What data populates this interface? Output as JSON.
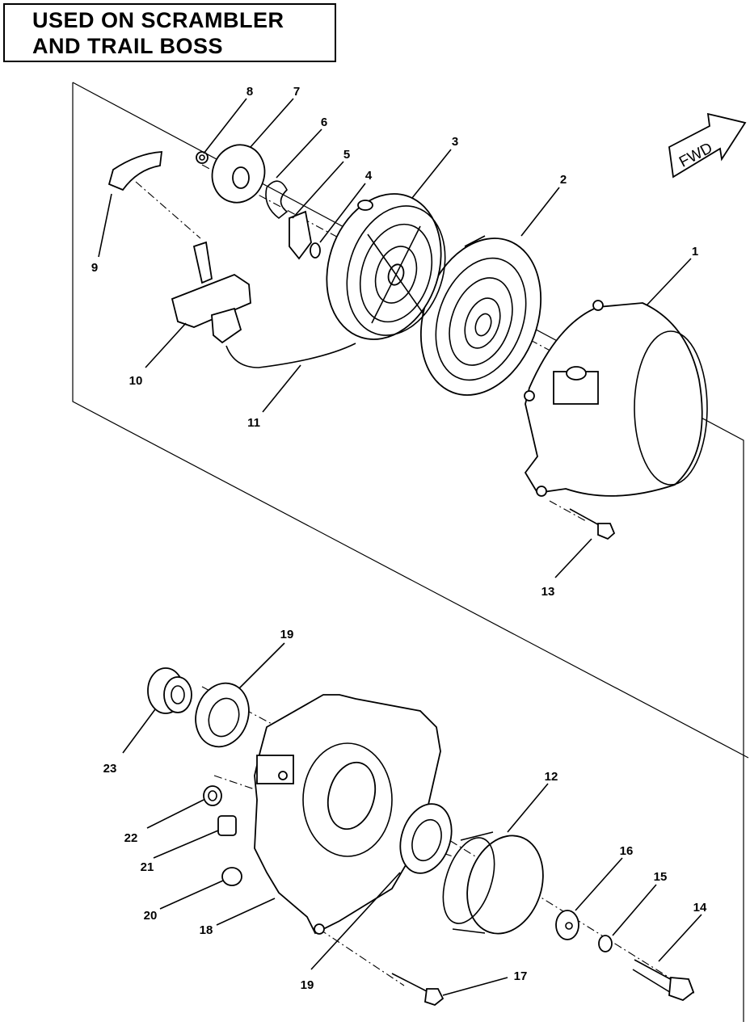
{
  "banner": {
    "line1": "USED ON SCRAMBLER",
    "line2": "AND TRAIL BOSS"
  },
  "direction_label": "FWD",
  "callouts": [
    "1",
    "2",
    "3",
    "4",
    "5",
    "6",
    "7",
    "8",
    "9",
    "10",
    "11",
    "12",
    "13",
    "14",
    "15",
    "16",
    "17",
    "18",
    "19",
    "19",
    "20",
    "21",
    "22",
    "23"
  ]
}
